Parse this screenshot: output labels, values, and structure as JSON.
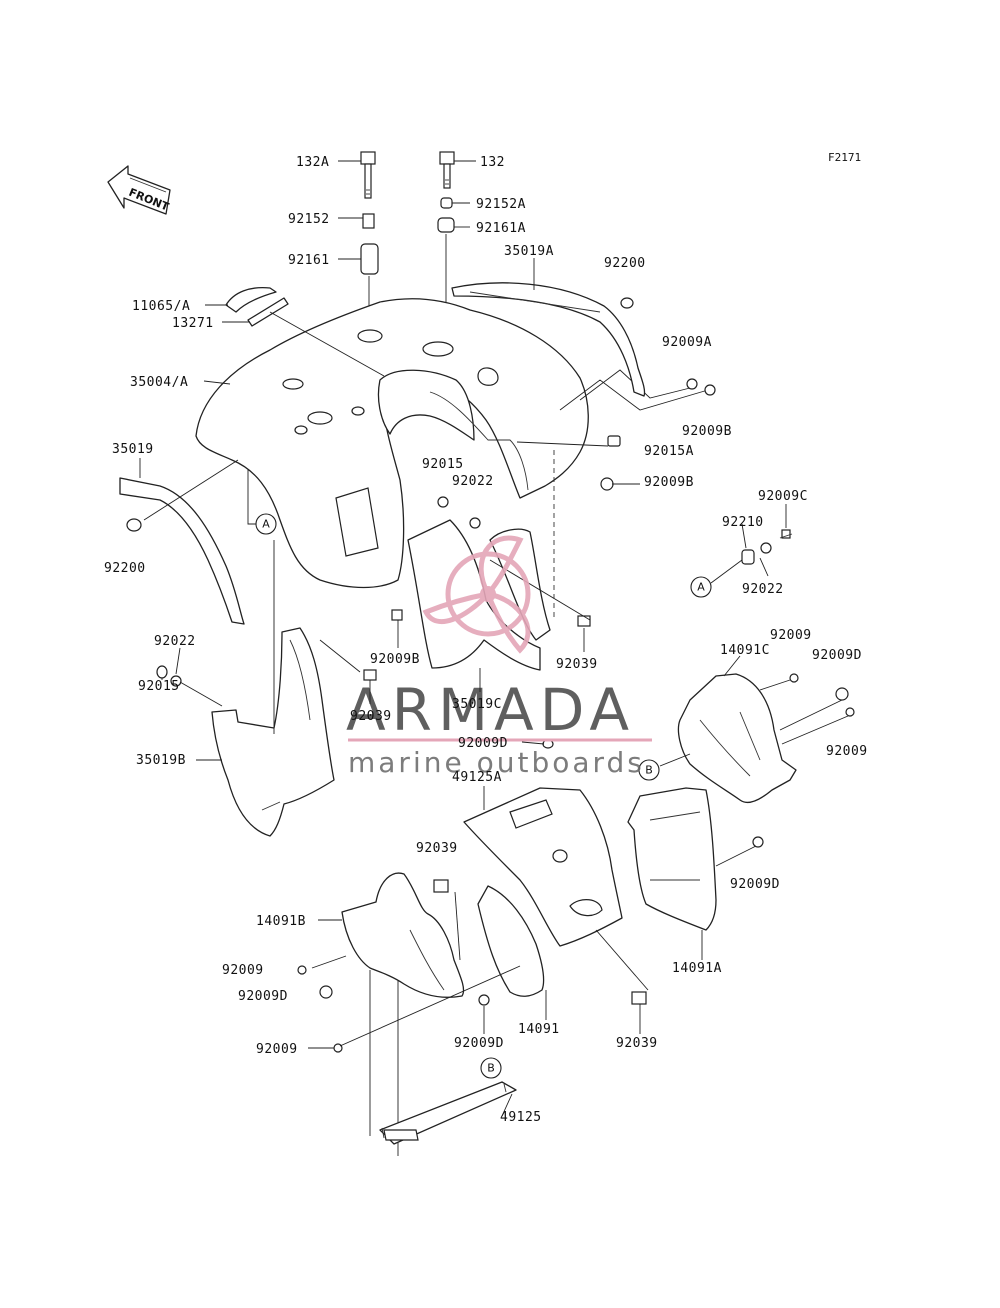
{
  "figure_code": "F2171",
  "front_label": "FRONT",
  "watermark": {
    "name": "ARMADA",
    "subtitle": "marine outboards",
    "accent": "#e4a6b8"
  },
  "refs": {
    "a": "A",
    "b": "B"
  },
  "labels": {
    "l132A": "132A",
    "l132": "132",
    "l92152": "92152",
    "l92152A": "92152A",
    "l92161": "92161",
    "l92161A": "92161A",
    "l35019A": "35019A",
    "l92200top": "92200",
    "l11065A": "11065/A",
    "l13271": "13271",
    "l92009A": "92009A",
    "l35004A": "35004/A",
    "l92009Btop": "92009B",
    "l92015A": "92015A",
    "l35019": "35019",
    "l92015mid": "92015",
    "l92022mid": "92022",
    "l92009Bmid": "92009B",
    "l92009C": "92009C",
    "l92210": "92210",
    "l92022right": "92022",
    "l92200left": "92200",
    "l92009Bleft": "92009B",
    "l92039mid": "92039",
    "l92022left": "92022",
    "l92009topright": "92009",
    "l14091C": "14091C",
    "l92009Dtop": "92009D",
    "l92015left": "92015",
    "l92039left": "92039",
    "l35019C": "35019C",
    "l92009right": "92009",
    "l92009Dmid": "92009D",
    "l35019B": "35019B",
    "l49125A": "49125A",
    "l92039lower": "92039",
    "l92009Dright": "92009D",
    "l14091B": "14091B",
    "l14091A": "14091A",
    "l92009lowL": "92009",
    "l92009DlowL": "92009D",
    "l14091": "14091",
    "l92009DlowC": "92009D",
    "l92039lowR": "92039",
    "l92009bottom": "92009",
    "l49125": "49125"
  }
}
